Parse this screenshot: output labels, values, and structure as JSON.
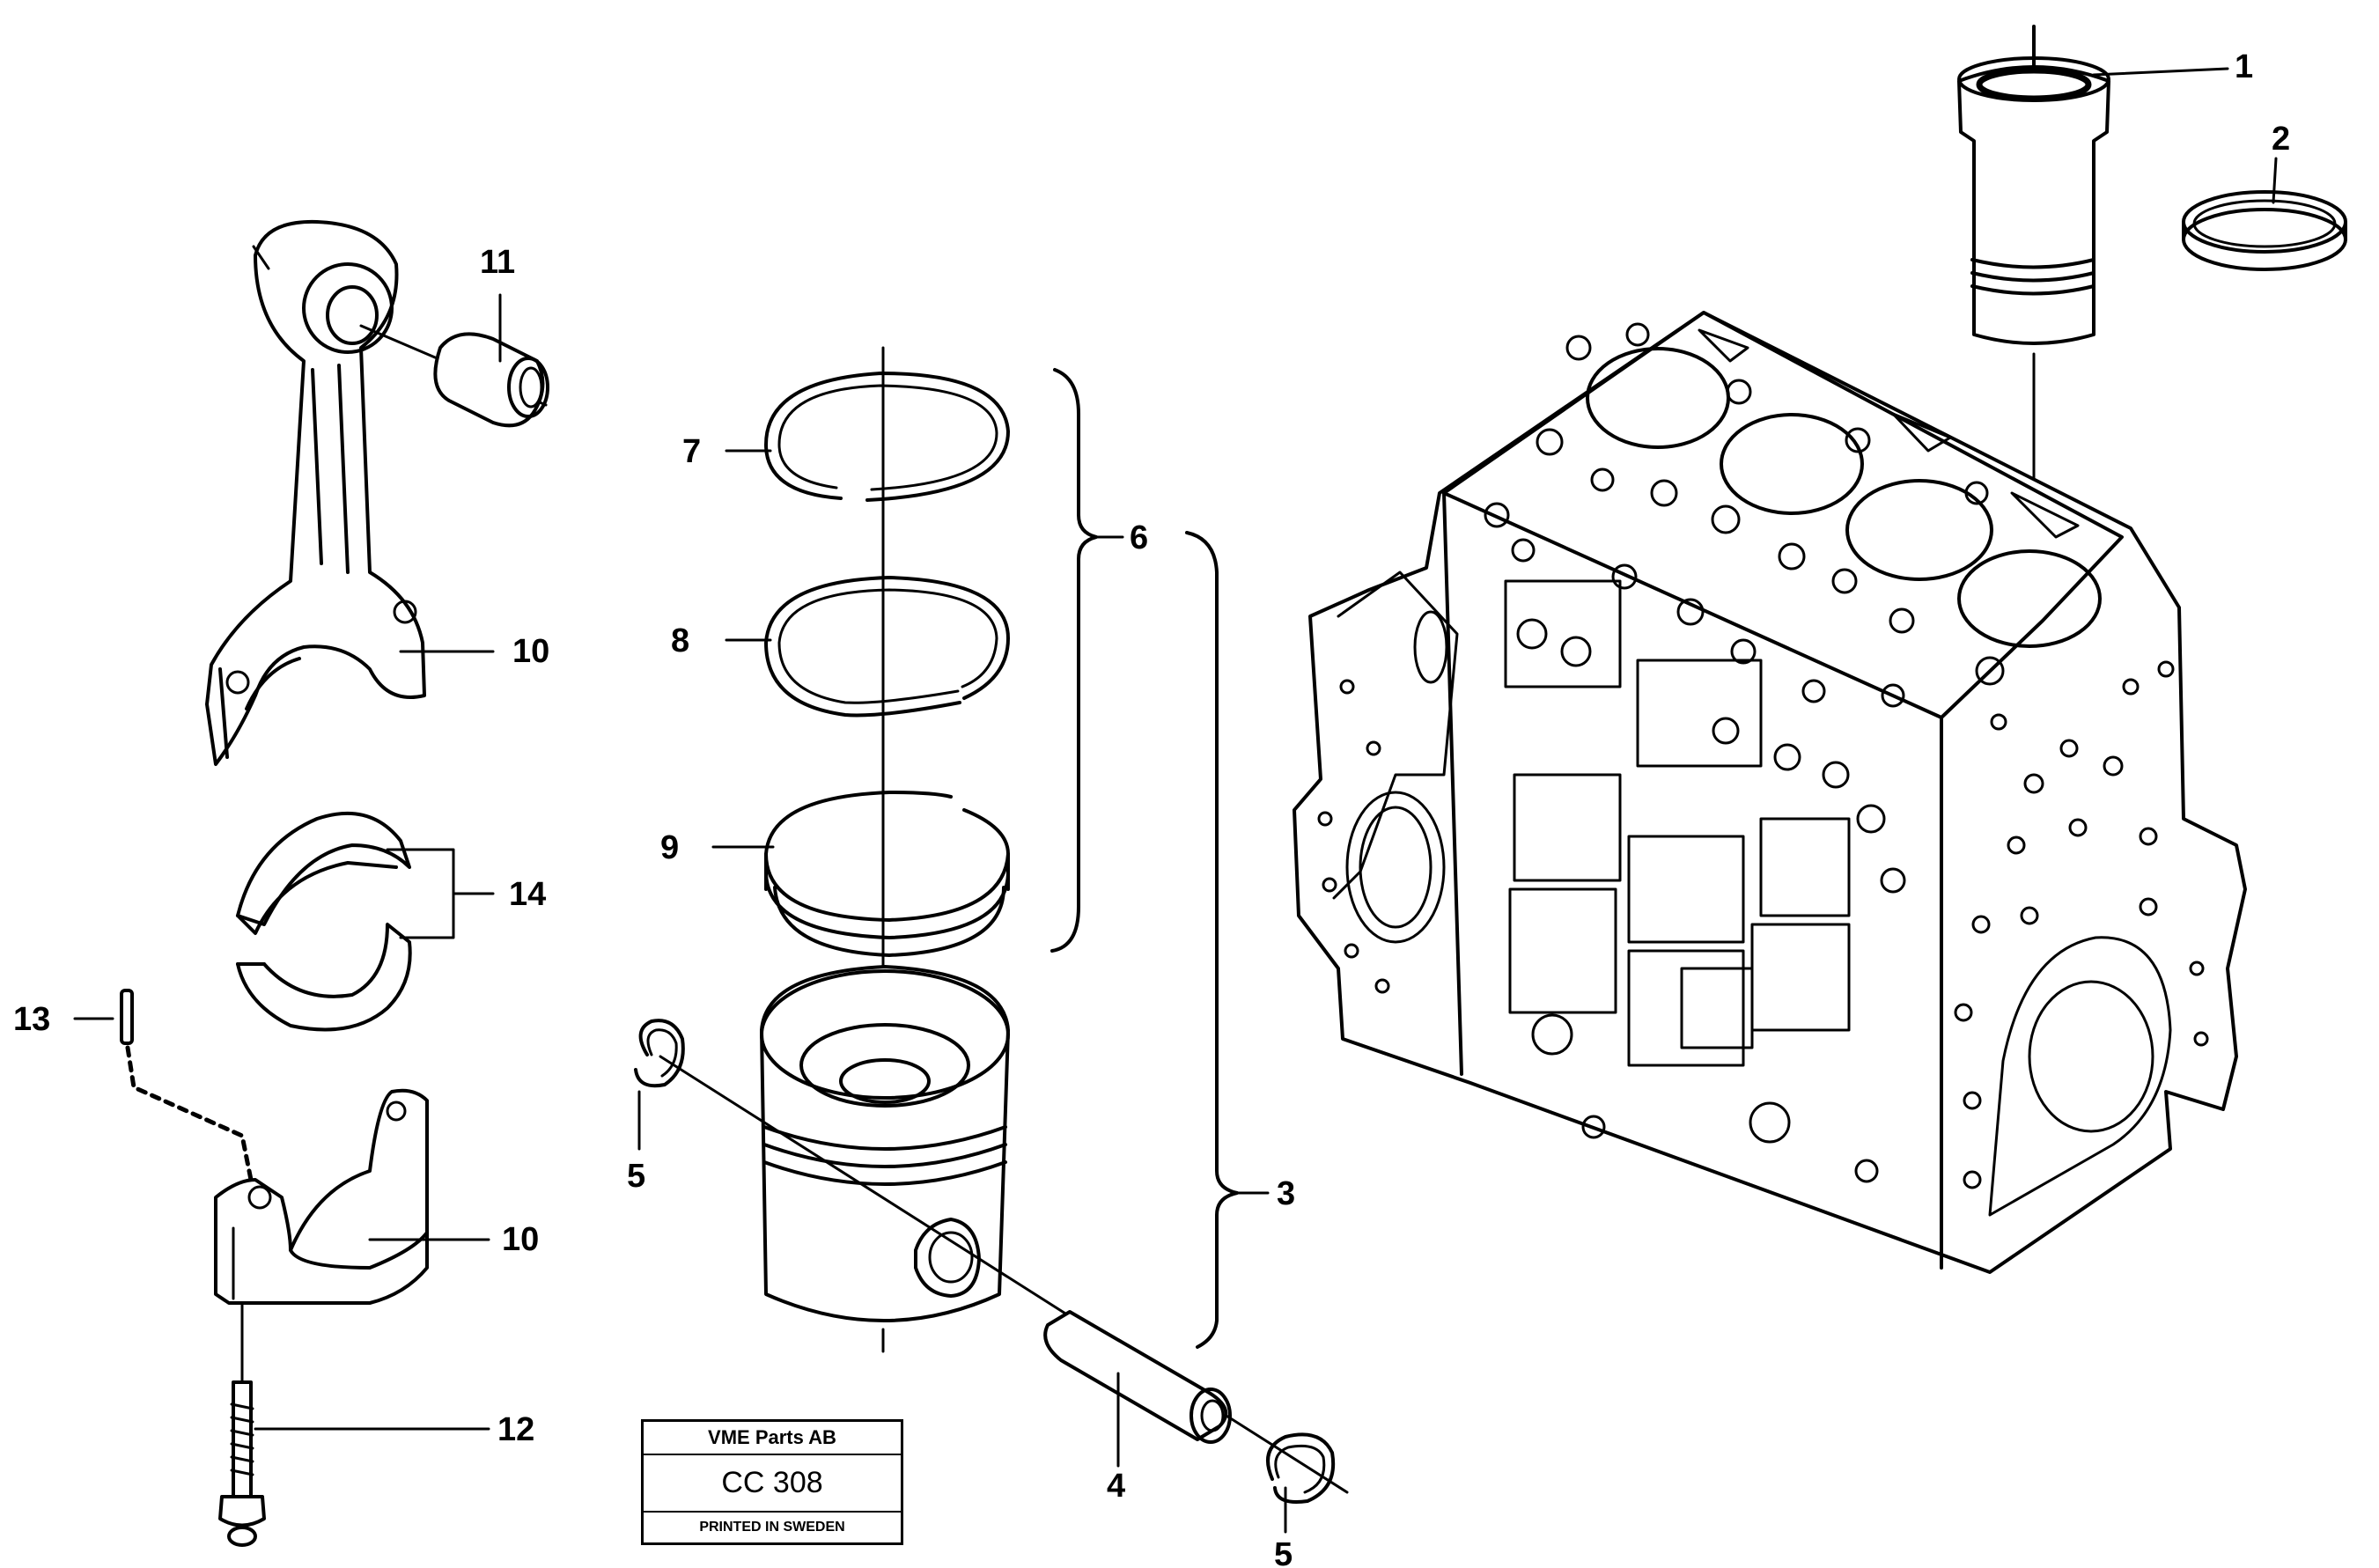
{
  "callouts": {
    "c1": "1",
    "c2": "2",
    "c3": "3",
    "c4": "4",
    "c5a": "5",
    "c5b": "5",
    "c6": "6",
    "c7": "7",
    "c8": "8",
    "c9": "9",
    "c10a": "10",
    "c10b": "10",
    "c11": "11",
    "c12": "12",
    "c13": "13",
    "c14": "14"
  },
  "stamp": {
    "company": "VME Parts AB",
    "code": "CC 308",
    "printed": "PRINTED IN SWEDEN"
  },
  "icons": [
    "cylinder-liner-icon",
    "seal-ring-icon",
    "piston-icon",
    "piston-pin-icon",
    "circlip-icon",
    "piston-ring-icon",
    "connecting-rod-icon",
    "bushing-icon",
    "bearing-shell-icon",
    "rod-cap-icon",
    "bolt-icon",
    "pin-icon",
    "cylinder-block-icon"
  ]
}
